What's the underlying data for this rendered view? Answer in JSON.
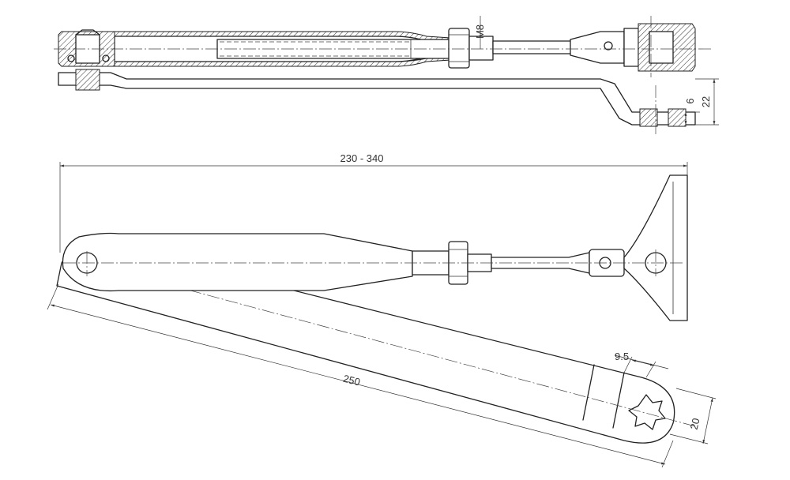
{
  "drawing": {
    "dimensions": {
      "adjustable_length": "230 - 340",
      "arm_length": "250",
      "spindle_width": "20",
      "spindle_offset": "9.5",
      "thread": "M8",
      "arm_thickness": "6",
      "total_height": "22"
    }
  }
}
